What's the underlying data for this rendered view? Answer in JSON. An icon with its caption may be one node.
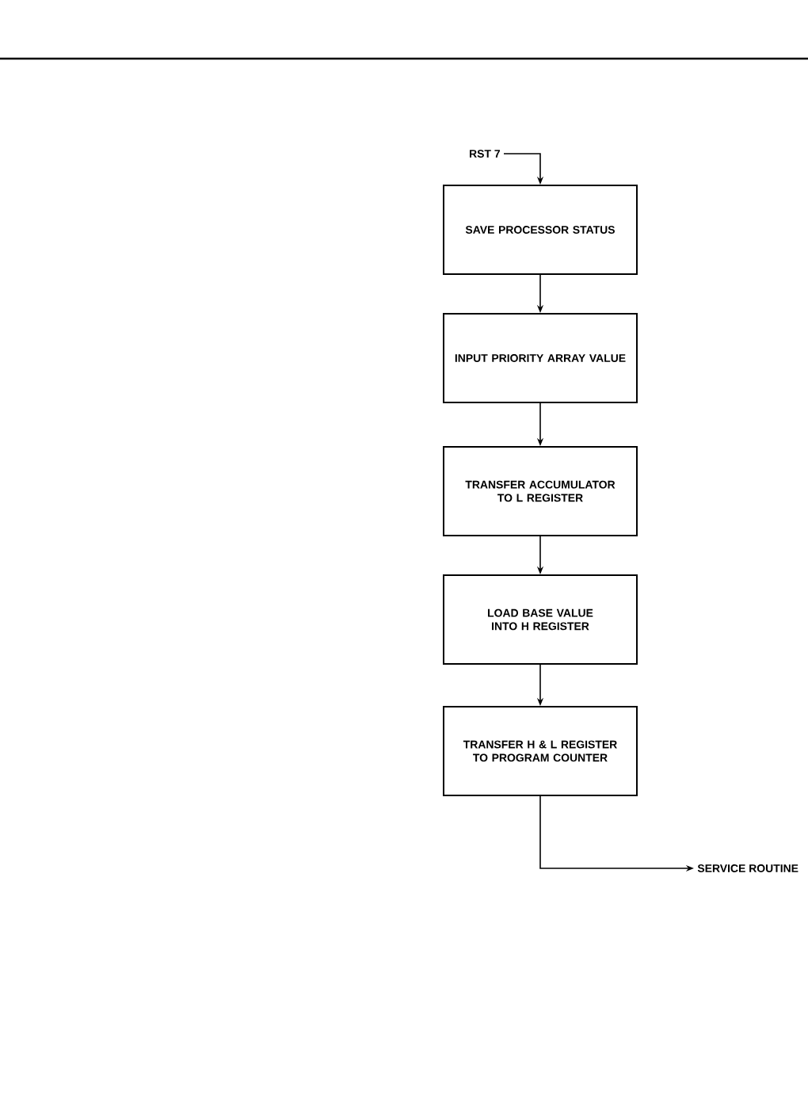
{
  "diagram": {
    "nodes": [
      {
        "text": [
          "RST 7"
        ]
      },
      {
        "text": [
          "SAVE PROCESSOR STATUS"
        ]
      },
      {
        "text": [
          "INPUT PRIORITY ARRAY VALUE"
        ]
      },
      {
        "text": [
          "TRANSFER ACCUMULATOR TO L REGISTER"
        ]
      },
      {
        "text": [
          "LOAD BASE VALUE INTO H REGISTER"
        ]
      },
      {
        "text": [
          "TRANSFER H & L REGISTER TO PROGRAM COUNTER"
        ]
      },
      {
        "text": [
          "SERVICE ROUTINE"
        ]
      }
    ],
    "edges": [
      {
        "from": 0,
        "to": 1,
        "arrow": "to"
      },
      {
        "from": 1,
        "to": 2,
        "arrow": "to"
      },
      {
        "from": 2,
        "to": 3,
        "arrow": "to"
      },
      {
        "from": 3,
        "to": 4,
        "arrow": "to"
      },
      {
        "from": 4,
        "to": 5,
        "arrow": "to"
      },
      {
        "from": 5,
        "to": 6,
        "arrow": "to"
      }
    ]
  }
}
